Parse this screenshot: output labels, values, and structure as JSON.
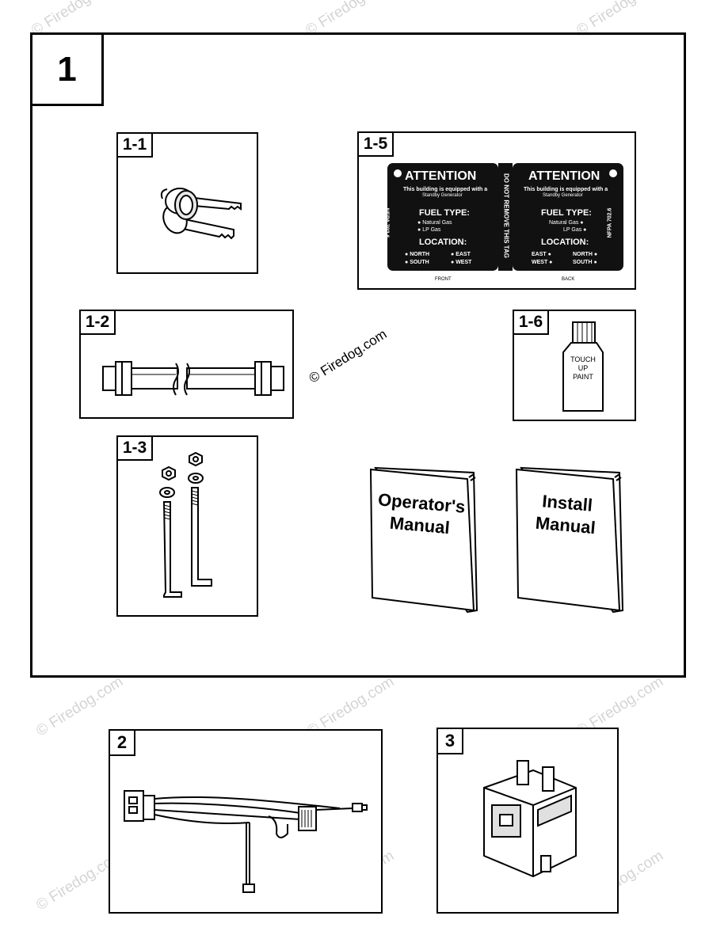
{
  "watermark": "© Firedog.com",
  "main_panel": {
    "label": "1"
  },
  "items": {
    "keys": {
      "label": "1-1"
    },
    "hose": {
      "label": "1-2"
    },
    "hardware": {
      "label": "1-3"
    },
    "tags": {
      "label": "1-5",
      "front": {
        "heading": "ATTENTION",
        "line1": "This building is equipped with a",
        "line2": "Standby Generator",
        "fuel_heading": "FUEL TYPE:",
        "fuel_options": [
          "Natural Gas",
          "LP Gas"
        ],
        "location_heading": "LOCATION:",
        "locations": [
          "NORTH",
          "EAST",
          "SOUTH",
          "WEST"
        ],
        "side_code": "NFPA 702.6",
        "caption": "FRONT"
      },
      "back": {
        "heading": "ATTENTION",
        "line1": "This building is equipped with a",
        "line2": "Standby Generator",
        "fuel_heading": "FUEL TYPE:",
        "fuel_options": [
          "Natural Gas",
          "LP Gas"
        ],
        "location_heading": "LOCATION:",
        "locations": [
          "EAST",
          "NORTH",
          "WEST",
          "SOUTH"
        ],
        "side_code": "NFPA 702.6",
        "caption": "BACK"
      },
      "divider_text": "DO NOT REMOVE THIS TAG"
    },
    "paint": {
      "label": "1-6",
      "text": [
        "TOUCH",
        "UP",
        "PAINT"
      ]
    },
    "operators_manual": {
      "line1": "Operator's",
      "line2": "Manual"
    },
    "install_manual": {
      "line1": "Install",
      "line2": "Manual"
    }
  },
  "harness": {
    "label": "2"
  },
  "relay": {
    "label": "3"
  }
}
